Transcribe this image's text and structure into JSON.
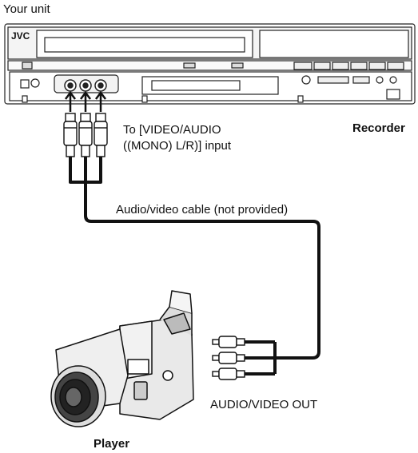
{
  "labels": {
    "your_unit": "Your unit",
    "recorder": "Recorder",
    "input_line1": "To [VIDEO/AUDIO",
    "input_line2": "((MONO) L/R)] input",
    "cable": "Audio/video cable (not provided)",
    "av_out": "AUDIO/VIDEO OUT",
    "player": "Player"
  },
  "recorder_brand": "JVC"
}
